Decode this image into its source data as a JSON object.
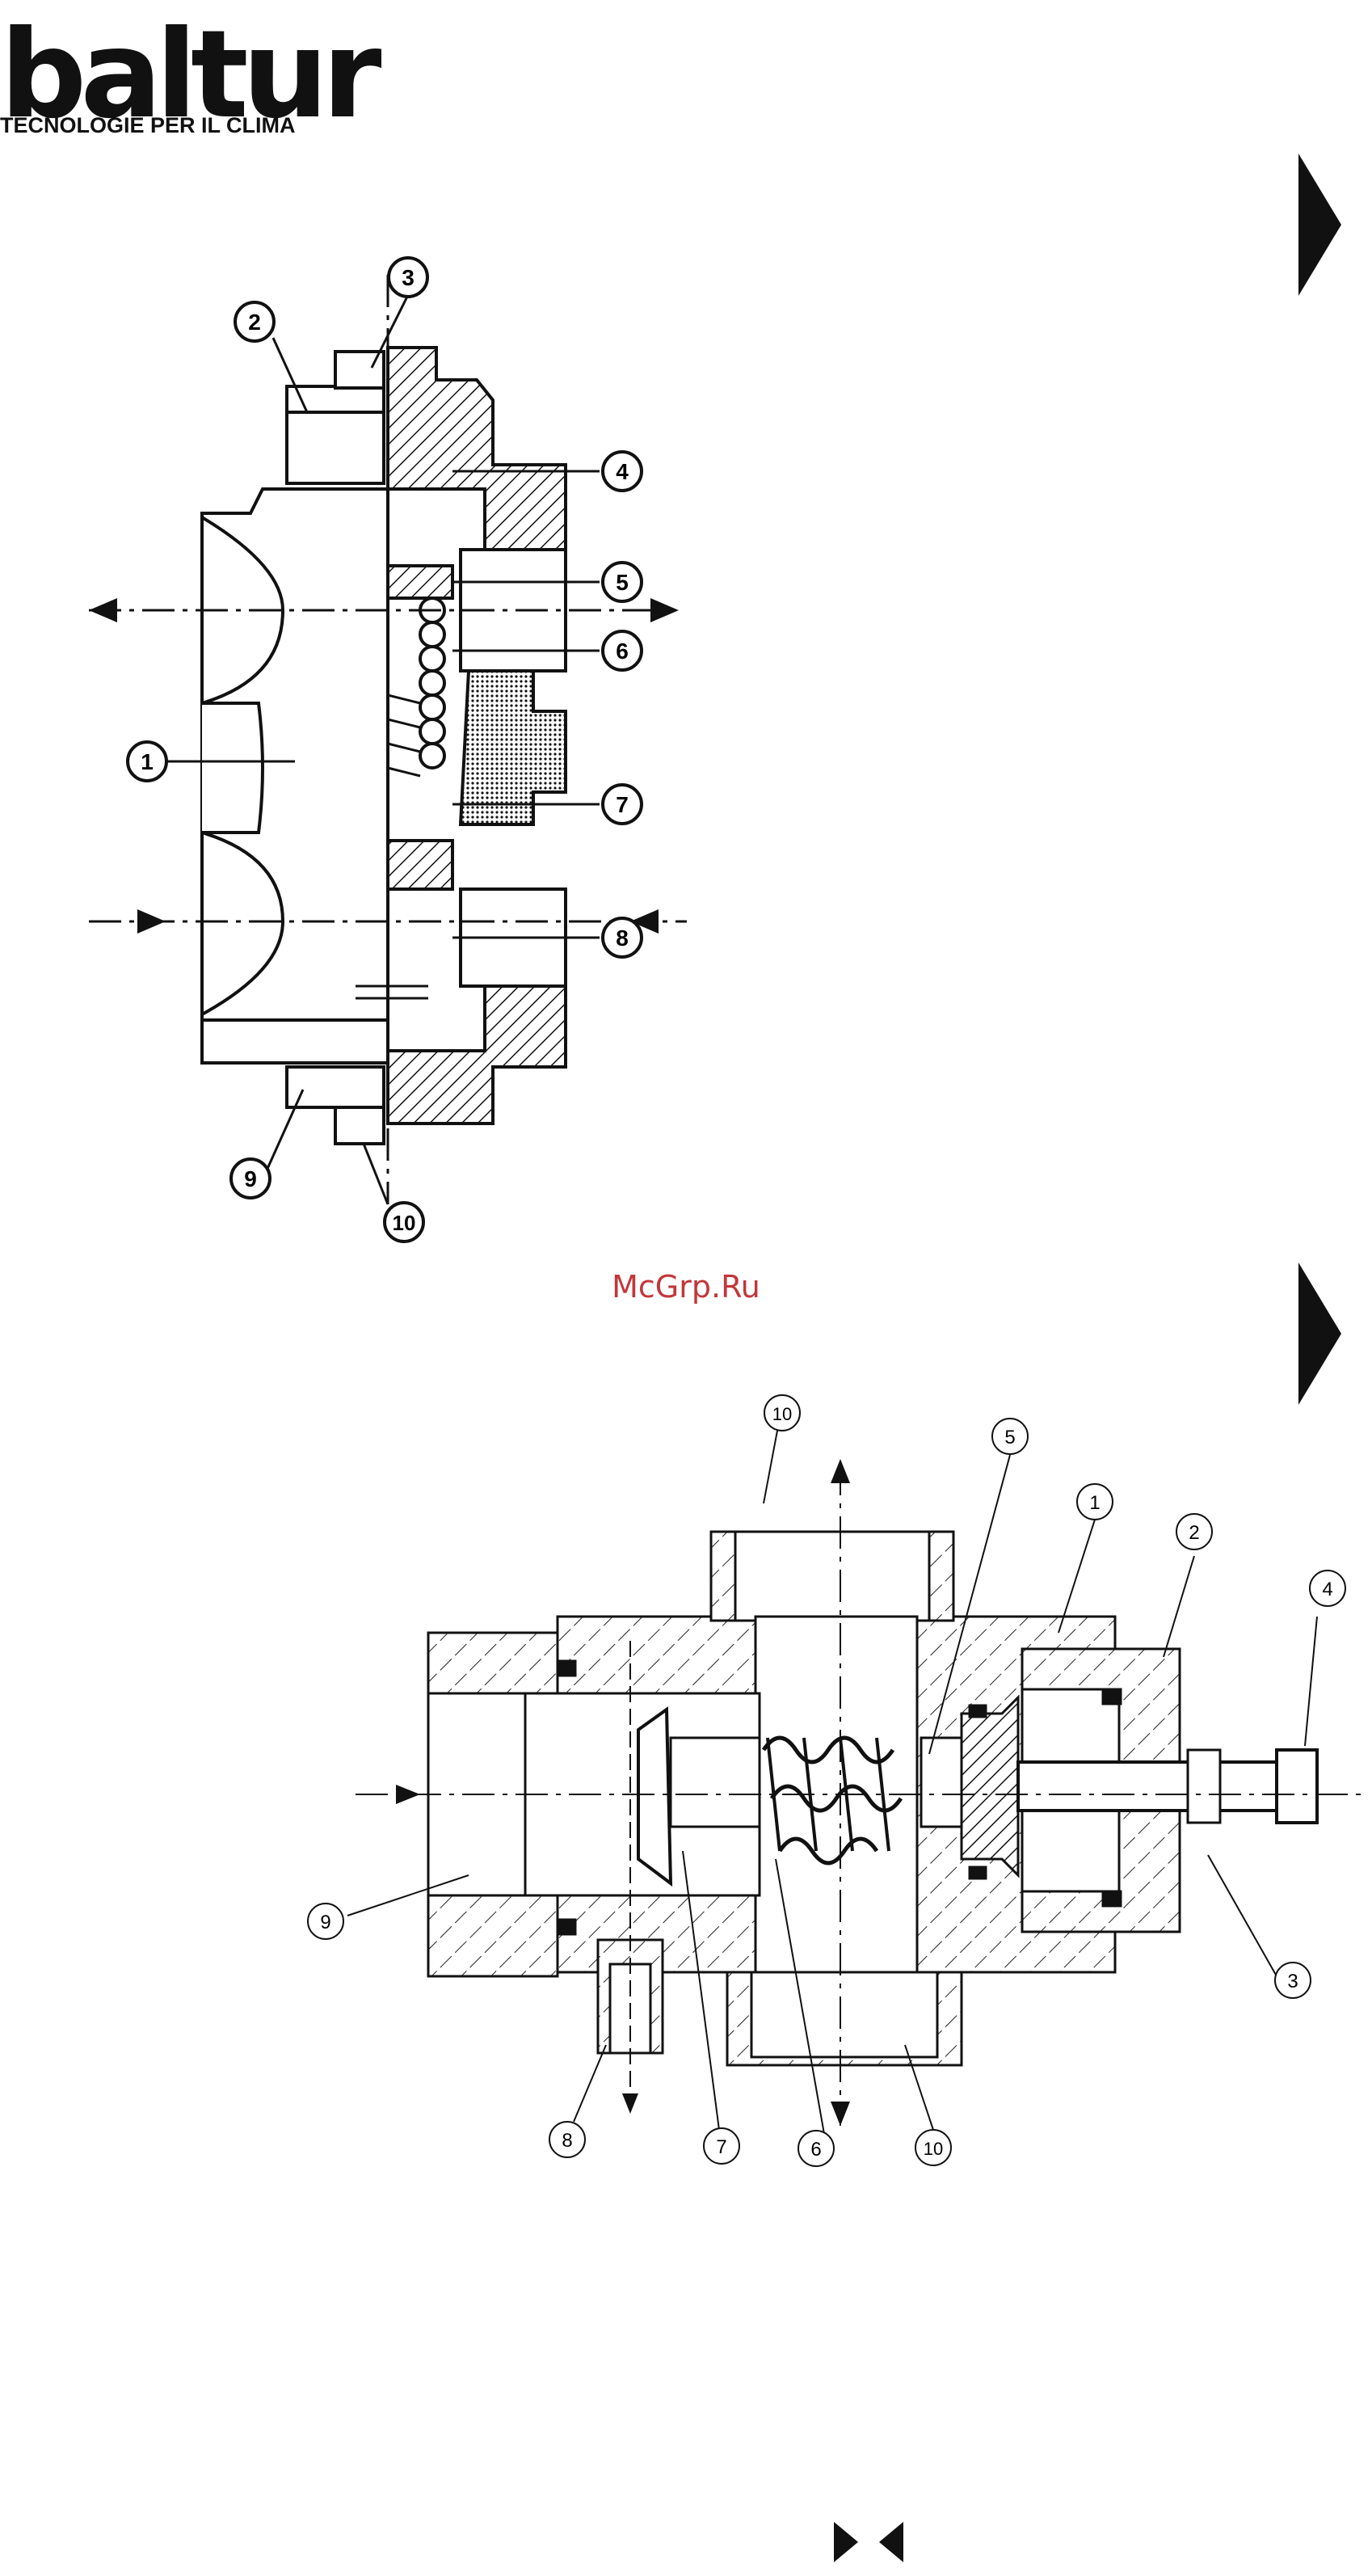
{
  "header": {
    "brand": "baltur",
    "tagline": "TECNOLOGIE PER IL CLIMA"
  },
  "watermark": "McGrp.Ru",
  "figure_top": {
    "callouts": [
      "1",
      "2",
      "3",
      "4",
      "5",
      "6",
      "7",
      "8",
      "9",
      "10"
    ]
  },
  "figure_bottom": {
    "callouts": [
      "1",
      "2",
      "3",
      "4",
      "5",
      "6",
      "7",
      "8",
      "9",
      "10",
      "10"
    ]
  },
  "icons": {
    "section_marker_1": "play-triangle-icon",
    "section_marker_2": "play-triangle-icon",
    "page_nav": [
      "next-icon",
      "prev-icon"
    ]
  }
}
